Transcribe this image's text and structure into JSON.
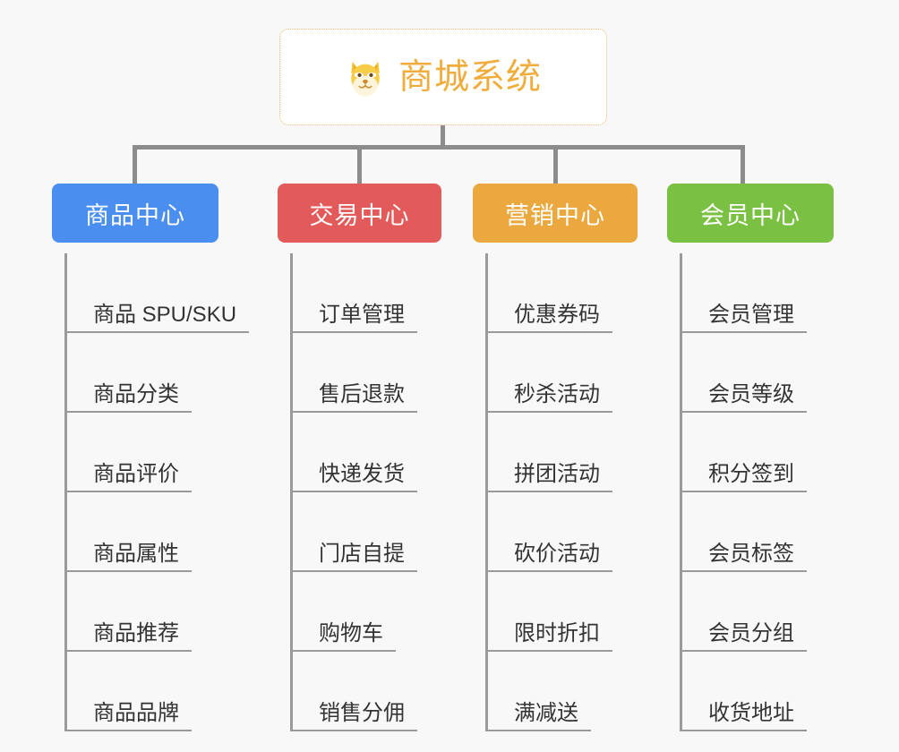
{
  "page": {
    "background_color": "#f8f8f8",
    "type": "mindmap"
  },
  "root": {
    "title": "商城系统",
    "icon": "shiba-dog-icon",
    "border_color": "#e8b96a",
    "text_color": "#f0ad3e"
  },
  "connector": {
    "color": "#8c8c8c"
  },
  "categories": [
    {
      "label": "商品中心",
      "color": "#4a8ef0",
      "items": [
        "商品 SPU/SKU",
        "商品分类",
        "商品评价",
        "商品属性",
        "商品推荐",
        "商品品牌"
      ]
    },
    {
      "label": "交易中心",
      "color": "#e35a5a",
      "items": [
        "订单管理",
        "售后退款",
        "快递发货",
        "门店自提",
        "购物车",
        "销售分佣"
      ]
    },
    {
      "label": "营销中心",
      "color": "#eba83e",
      "items": [
        "优惠券码",
        "秒杀活动",
        "拼团活动",
        "砍价活动",
        "限时折扣",
        "满减送"
      ]
    },
    {
      "label": "会员中心",
      "color": "#7ac143",
      "items": [
        "会员管理",
        "会员等级",
        "积分签到",
        "会员标签",
        "会员分组",
        "收货地址"
      ]
    }
  ]
}
